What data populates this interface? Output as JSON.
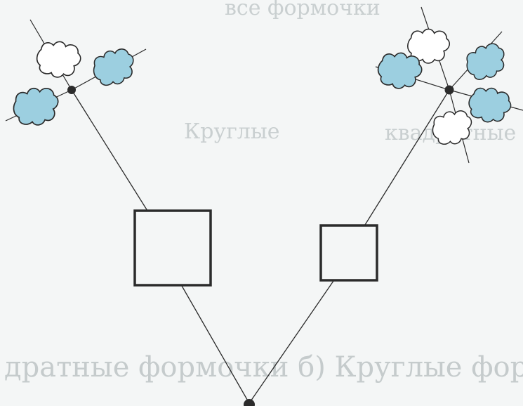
{
  "background_text": {
    "top": "все формочки",
    "mid_left": "Круглые",
    "mid_right": "квадратные",
    "bottom": "дратные формочки   б) Круглые фор"
  },
  "colors": {
    "line": "#2a2a2a",
    "node": "#2b2b2b",
    "box_stroke": "#2b2b2b",
    "shape_blue": "#9ccfe0",
    "shape_white": "#ffffff",
    "shape_stroke": "#2a2a2a",
    "ghost": "#c9cfd0"
  },
  "diagram": {
    "root": "root-node",
    "branches": [
      {
        "name": "left",
        "box": "empty-square",
        "leaf_shapes": [
          "white",
          "blue",
          "blue"
        ]
      },
      {
        "name": "right",
        "box": "empty-square",
        "leaf_shapes": [
          "white",
          "blue",
          "blue",
          "white",
          "blue"
        ]
      }
    ]
  }
}
